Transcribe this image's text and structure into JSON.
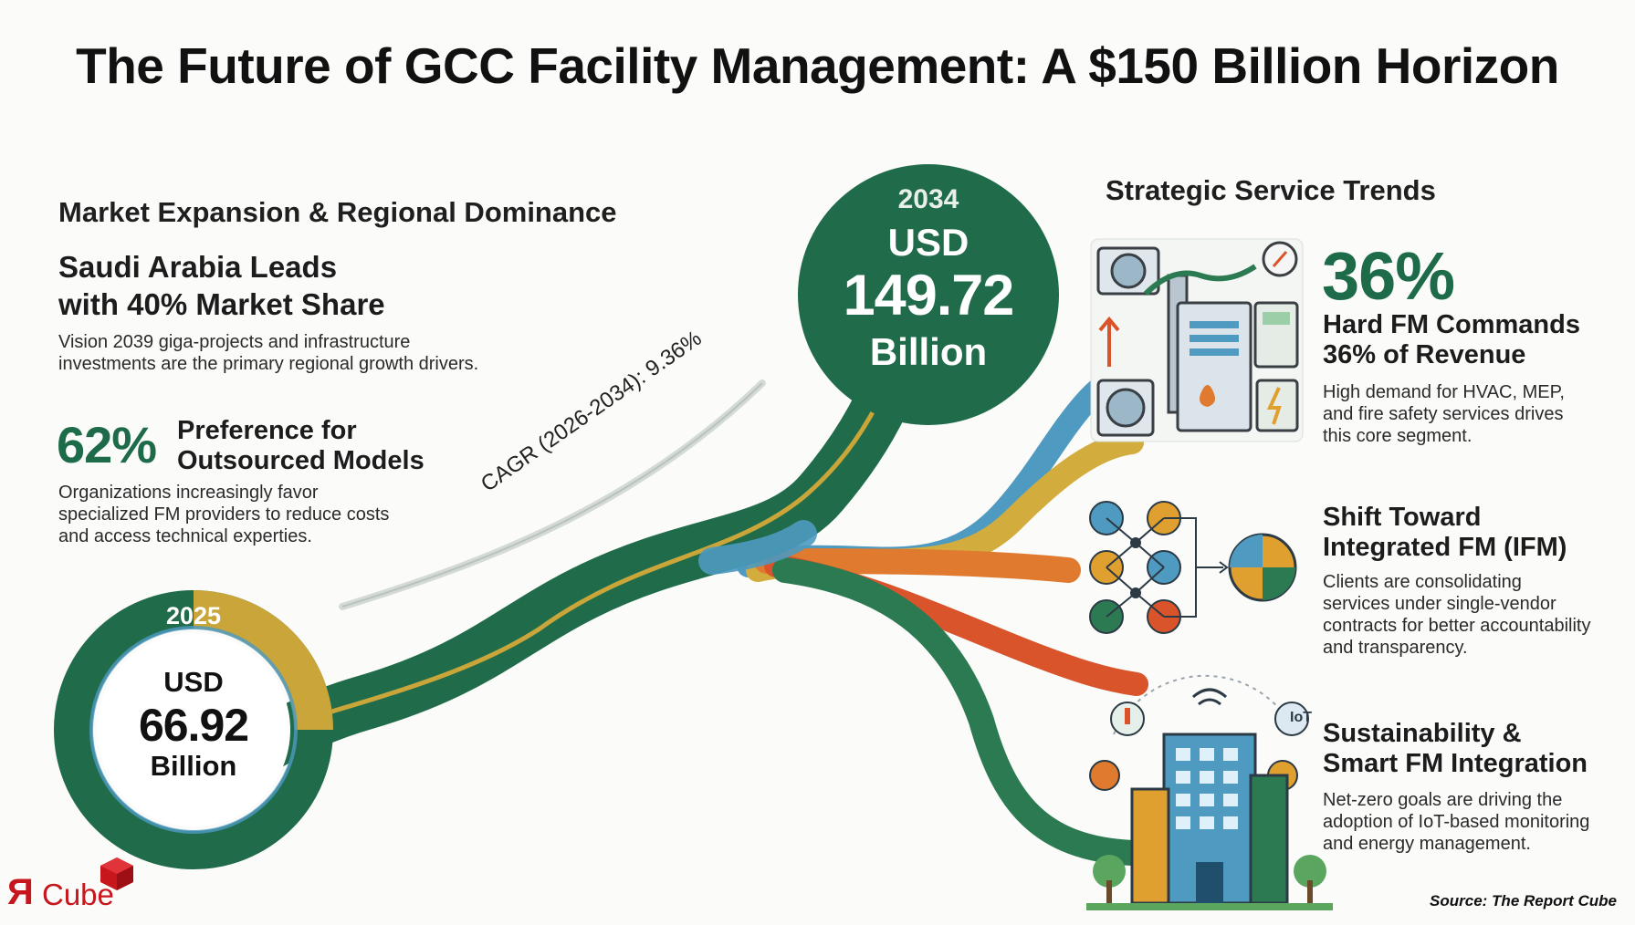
{
  "title": "The Future of GCC Facility Management: A $150 Billion Horizon",
  "left": {
    "section_title": "Market Expansion & Regional Dominance",
    "saudi": {
      "headline_line1": "Saudi Arabia Leads",
      "headline_line2": "with 40% Market Share",
      "desc_line1": "Vision 2039 giga-projects and infrastructure",
      "desc_line2": "investments are the primary regional growth drivers."
    },
    "outsourcing": {
      "percent": "62%",
      "label_line1": "Preference for",
      "label_line2": "Outsourced Models",
      "desc_line1": "Organizations increasingly favor",
      "desc_line2": "specialized FM providers to reduce costs",
      "desc_line3": "and access technical experties."
    }
  },
  "market_2025": {
    "year": "2025",
    "currency": "USD",
    "value": "66.92",
    "unit": "Billion"
  },
  "market_2034": {
    "year": "2034",
    "currency": "USD",
    "value": "149.72",
    "unit": "Billion"
  },
  "cagr_label": "CAGR (2026-2034): 9.36%",
  "right": {
    "section_title": "Strategic Service Trends",
    "hard_fm": {
      "percent": "36%",
      "headline_line1": "Hard FM Commands",
      "headline_line2": "36% of Revenue",
      "desc_line1": "High demand for HVAC, MEP,",
      "desc_line2": "and fire safety services drives",
      "desc_line3": "this core segment."
    },
    "ifm": {
      "headline_line1": "Shift Toward",
      "headline_line2": "Integrated FM (IFM)",
      "desc_line1": "Clients are consolidating",
      "desc_line2": "services under single-vendor",
      "desc_line3": "contracts for better accountability",
      "desc_line4": "and transparency."
    },
    "smart": {
      "headline_line1": "Sustainability &",
      "headline_line2": "Smart FM Integration",
      "desc_line1": "Net-zero goals are driving the",
      "desc_line2": "adoption of IoT-based monitoring",
      "desc_line3": "and energy management.",
      "iot_badge": "IoT"
    }
  },
  "logo": {
    "r": "Я",
    "text": "Cube"
  },
  "source": "Source: The Report Cube",
  "colors": {
    "dark_green": "#1f6b4a",
    "gold": "#c9a53a",
    "teal_blue": "#4e9ac0",
    "orange": "#e07a2e",
    "red_orange": "#d9542b",
    "logo_red": "#c8161d"
  },
  "icons": [
    "hvac-plant-icon",
    "ifm-network-icon",
    "smart-building-icon",
    "cube-logo-icon"
  ]
}
